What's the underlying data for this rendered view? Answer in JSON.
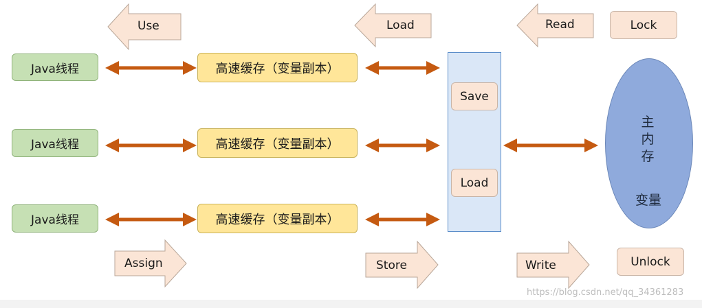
{
  "threads": [
    {
      "thread": "Java线程",
      "cache": "高速缓存（变量副本）"
    },
    {
      "thread": "Java线程",
      "cache": "高速缓存（变量副本）"
    },
    {
      "thread": "Java线程",
      "cache": "高速缓存（变量副本）"
    }
  ],
  "operations": {
    "use": "Use",
    "load_top": "Load",
    "read": "Read",
    "lock": "Lock",
    "assign": "Assign",
    "store": "Store",
    "write": "Write",
    "unlock": "Unlock"
  },
  "buffer": {
    "save": "Save",
    "load": "Load"
  },
  "main_memory": {
    "label": "主内存",
    "variable": "变量"
  },
  "watermark": "https://blog.csdn.net/qq_34361283",
  "colors": {
    "thread_fill": "#c6e0b4",
    "cache_fill": "#ffe699",
    "op_fill": "#fbe5d6",
    "buffer_fill": "#dae7f7",
    "memory_fill": "#8faadc",
    "connector": "#c55a11"
  }
}
